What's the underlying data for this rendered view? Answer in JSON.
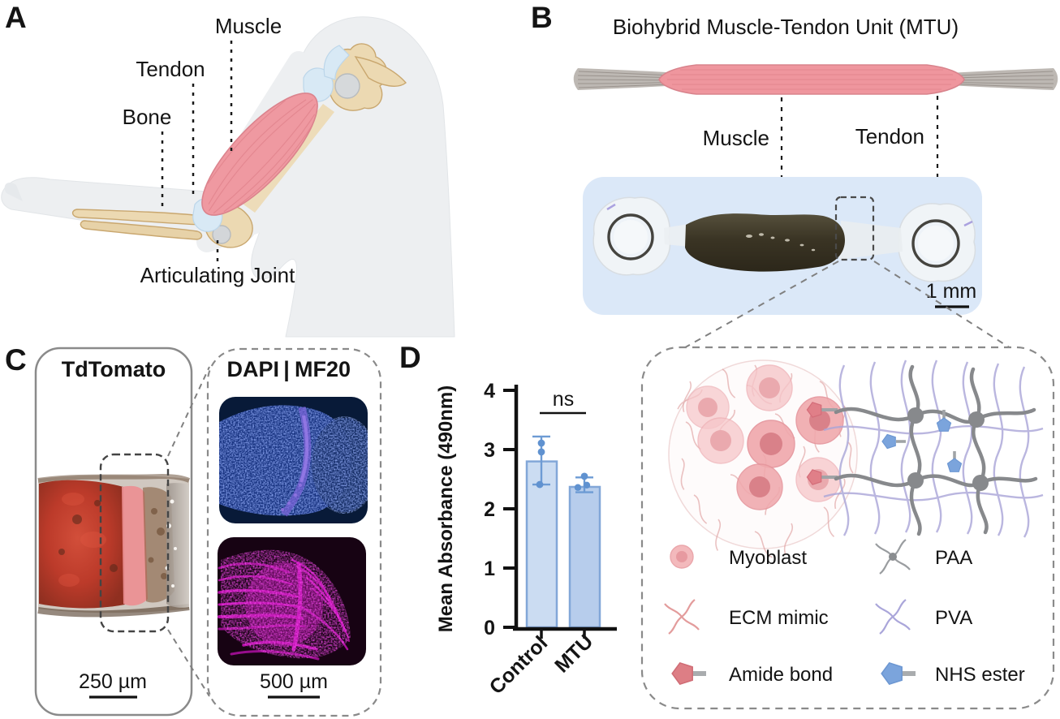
{
  "figure": {
    "panel_labels": {
      "a": "A",
      "b": "B",
      "c": "C",
      "d": "D"
    }
  },
  "panel_a": {
    "description": "anatomical-arm-illustration",
    "labels": {
      "muscle": "Muscle",
      "tendon": "Tendon",
      "bone": "Bone",
      "joint": "Articulating Joint"
    }
  },
  "panel_b": {
    "title": "Biohybrid Muscle-Tendon Unit (MTU)",
    "labels": {
      "muscle": "Muscle",
      "tendon": "Tendon"
    },
    "scale_bar": "1 mm"
  },
  "panel_c": {
    "left_title": "TdTomato",
    "right_title": {
      "dapi": "DAPI",
      "separator": "|",
      "mf20": "MF20"
    },
    "left_scale_bar": "250 µm",
    "right_scale_bar": "500 µm"
  },
  "panel_d": {
    "significance": "ns"
  },
  "schematic_legend": {
    "items": [
      {
        "icon": "myoblast-icon",
        "label": "Myoblast"
      },
      {
        "icon": "paa-icon",
        "label": "PAA"
      },
      {
        "icon": "ecm-mimic-icon",
        "label": "ECM mimic"
      },
      {
        "icon": "pva-icon",
        "label": "PVA"
      },
      {
        "icon": "amide-bond-icon",
        "label": "Amide bond"
      },
      {
        "icon": "nhs-ester-icon",
        "label": "NHS ester"
      }
    ]
  },
  "chart_data": {
    "type": "bar",
    "title": "",
    "categories": [
      "Control",
      "MTU"
    ],
    "values": [
      2.8,
      2.37
    ],
    "error_bars": [
      {
        "low": 2.41,
        "high": 3.22
      },
      {
        "low": 2.28,
        "high": 2.53
      }
    ],
    "points": [
      [
        2.41,
        2.96,
        3.11
      ],
      [
        2.36,
        2.4,
        2.55
      ]
    ],
    "xlabel": "",
    "ylabel": "Mean Absorbance (490nm)",
    "ylim": [
      0,
      4
    ],
    "yticks": [
      0,
      1,
      2,
      3,
      4
    ],
    "grid": false,
    "legend_position": "none",
    "significance": "ns"
  },
  "colors": {
    "tdtomato_red": "#c0392b",
    "dapi_blue": "#2121d8",
    "mf20_magenta": "#e520cf",
    "muscle_pink": "#ef969e",
    "photo_background": "#dbe8f8",
    "bar_fill_control": "#cbdcf2",
    "bar_fill_mtu": "#b7cdec",
    "bar_stroke": "#82a7d8",
    "error_bar_blue": "#6d9bd4"
  }
}
